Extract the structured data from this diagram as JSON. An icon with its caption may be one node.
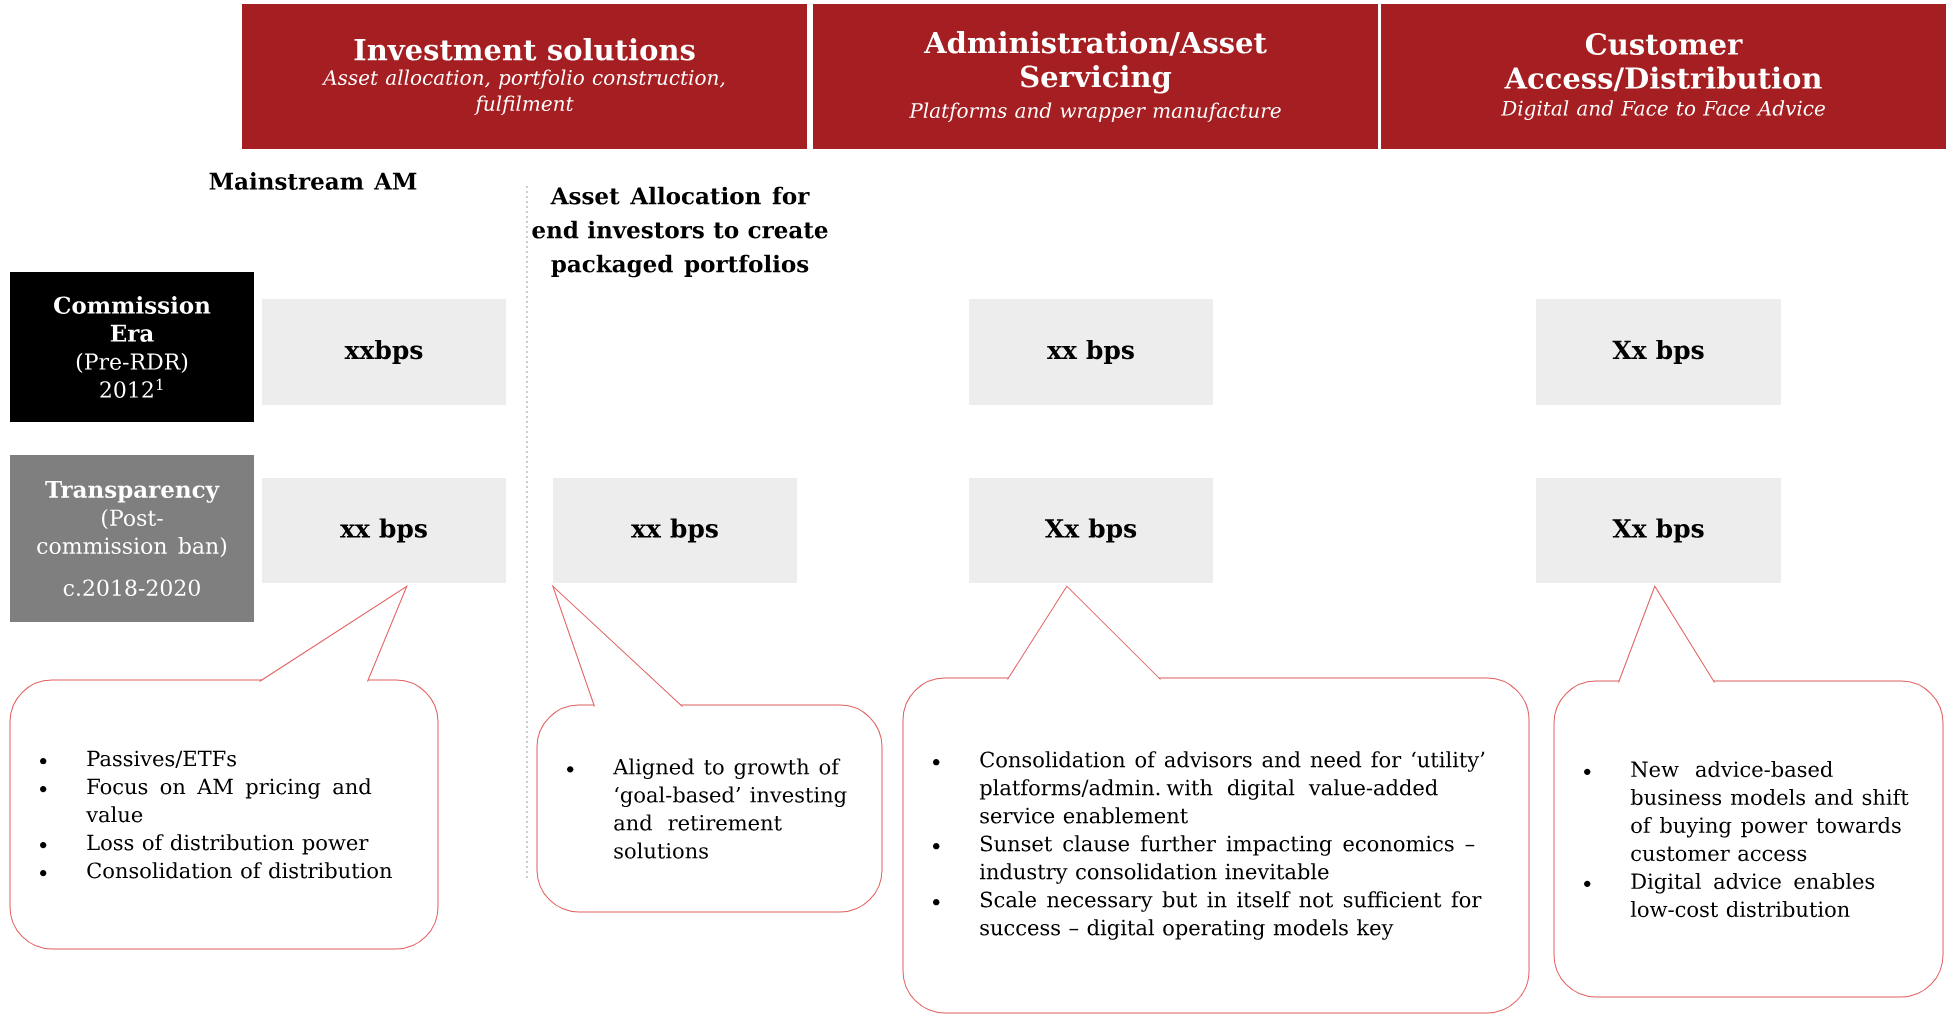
{
  "diagram": {
    "nodes": [
      {
        "text": [
          "Investment solutions",
          "Asset allocation, portfolio construction, fulfilment"
        ]
      },
      {
        "text": [
          "Administration/Asset Servicing",
          "Platforms and wrapper manufacture"
        ]
      },
      {
        "text": [
          "Customer Access/Distribution",
          "Digital and Face to Face Advice"
        ]
      },
      {
        "text": [
          "Commission Era",
          "(Pre-RDR)",
          "2012$^{1}$"
        ]
      },
      {
        "text": [
          "Transparency",
          "(Post-commission ban)",
          "c.2018-2020"
        ]
      },
      {
        "text": [
          "xxbps"
        ]
      },
      {
        "text": [
          "xx bps"
        ]
      },
      {
        "text": [
          "Xx bps"
        ]
      },
      {
        "text": [
          "xx bps"
        ]
      },
      {
        "text": [
          "xx bps"
        ]
      },
      {
        "text": [
          "Xx bps"
        ]
      },
      {
        "text": [
          "Xx bps"
        ]
      },
      {
        "text": [
          "Passives/ETFs",
          "Focus on AM pricing and value",
          "Loss of distribution power",
          "Consolidation of distribution"
        ]
      },
      {
        "text": [
          "Aligned to growth of ‘goal-based’ investing and retirement solutions"
        ]
      },
      {
        "text": [
          "Consolidation of advisors and  need for ‘utility’ platforms/admin. with digital value-added service enablement",
          "Sunset clause further impacting economics – industry consolidation inevitable",
          "Scale necessary but in itself not sufficient for success – digital operating models key"
        ]
      },
      {
        "text": [
          "New advice-based business models and shift of buying power towards customer access",
          "Digital advice enables low-cost distribution"
        ]
      }
    ],
    "labels": [
      "Mainstream AM",
      "Asset Allocation for end investors to create packaged portfolios"
    ]
  }
}
